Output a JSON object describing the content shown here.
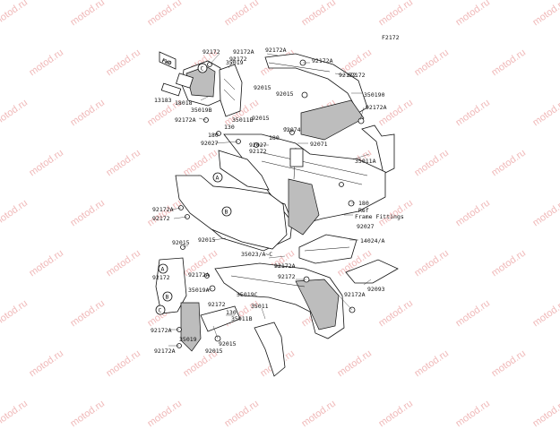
{
  "figure_code": "F2172",
  "watermark_text": "motod.ru",
  "fwd_label": "FWD",
  "ref_note": {
    "line1": "Ref",
    "line2": "Frame Fittings"
  },
  "callouts": [
    "A",
    "B",
    "C"
  ],
  "part_labels": [
    "92172",
    "92172A",
    "92172",
    "92172A",
    "13183",
    "18018",
    "35019B",
    "92172A",
    "35019",
    "92172A",
    "92015",
    "35011B",
    "92015",
    "130",
    "180",
    "92027",
    "92172",
    "92015",
    "350190",
    "92172A",
    "92172",
    "92074",
    "180",
    "92027",
    "92172",
    "92071",
    "35011A",
    "180",
    "92027",
    "14024/A",
    "92172A",
    "92172",
    "92015",
    "92015",
    "35023/A~C",
    "92172A",
    "92172",
    "92093",
    "92172A",
    "92172",
    "35019A",
    "35019C",
    "92172",
    "35011",
    "92172A",
    "130",
    "35011B",
    "92015",
    "35019",
    "92172A",
    "92172A",
    "92015"
  ],
  "colors": {
    "line": "#111111",
    "watermark": "#f0b9b9",
    "background": "#ffffff"
  }
}
